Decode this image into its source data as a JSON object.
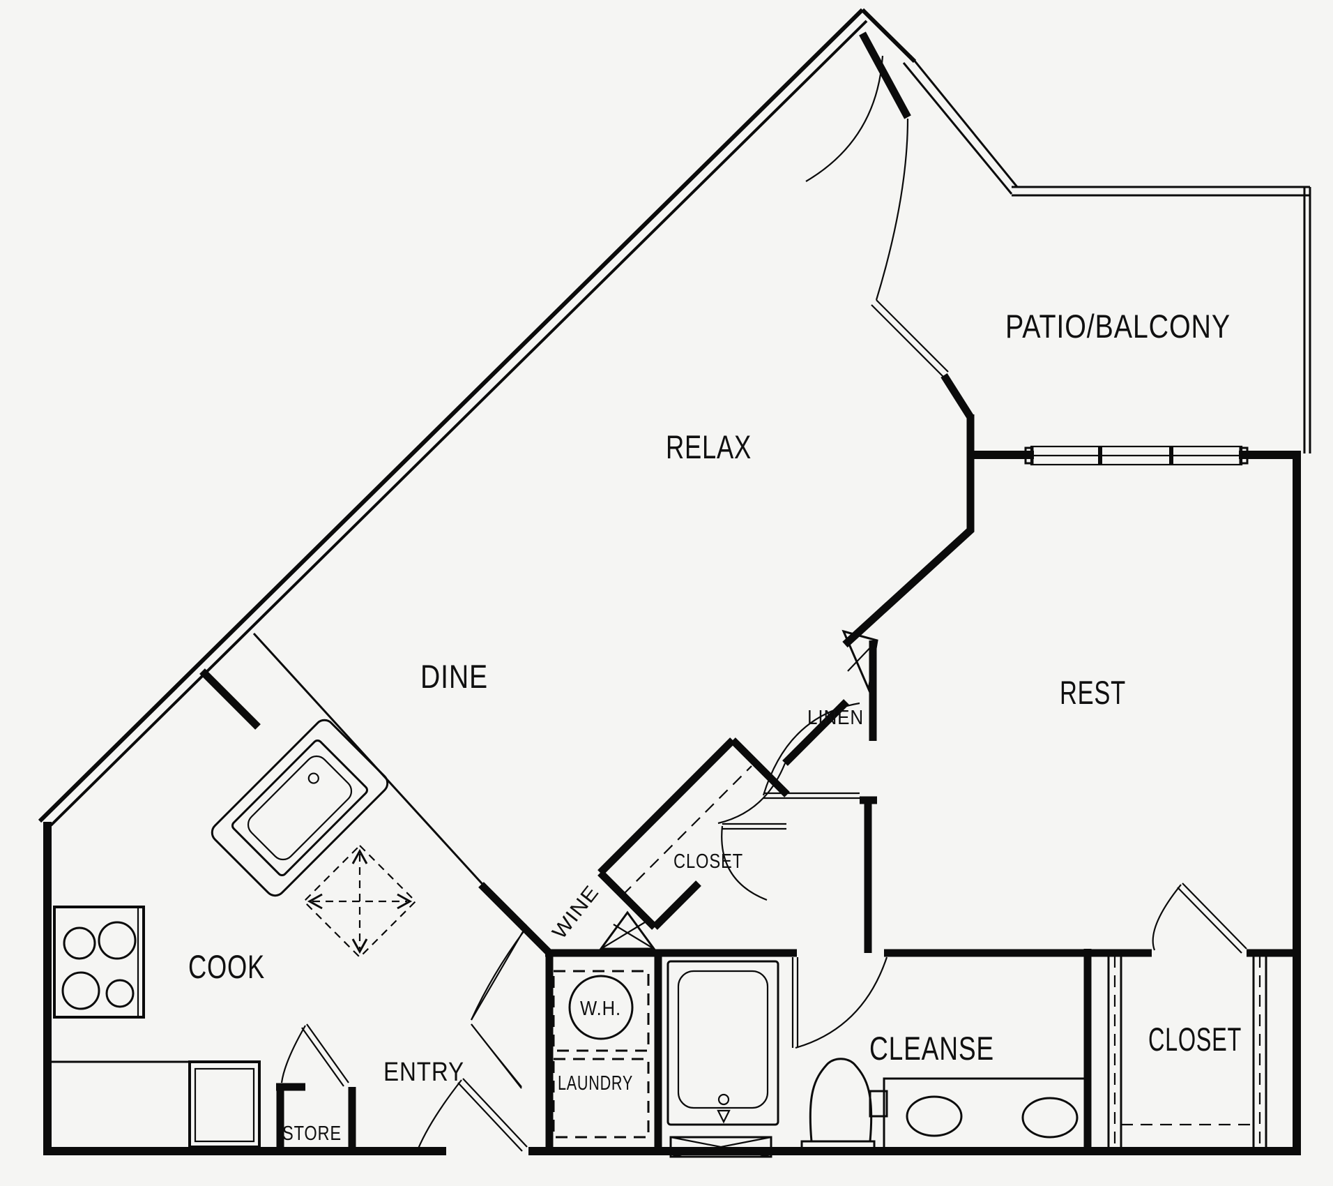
{
  "plan": {
    "type": "apartment-floor-plan",
    "colors": {
      "walls": "#0b0b0b",
      "background": "#f5f5f3",
      "text": "#101010"
    },
    "rooms": [
      {
        "id": "patio",
        "label": "PATIO/BALCONY"
      },
      {
        "id": "relax",
        "label": "RELAX"
      },
      {
        "id": "dine",
        "label": "DINE"
      },
      {
        "id": "rest",
        "label": "REST"
      },
      {
        "id": "cook",
        "label": "COOK"
      },
      {
        "id": "entry",
        "label": "ENTRY"
      },
      {
        "id": "store",
        "label": "STORE"
      },
      {
        "id": "wine",
        "label": "WINE"
      },
      {
        "id": "closet_entry",
        "label": "CLOSET"
      },
      {
        "id": "wh",
        "label": "W.H."
      },
      {
        "id": "laundry",
        "label": "LAUNDRY"
      },
      {
        "id": "linen",
        "label": "LINEN"
      },
      {
        "id": "cleanse",
        "label": "CLEANSE"
      },
      {
        "id": "closet_main",
        "label": "CLOSET"
      }
    ],
    "fixtures": [
      "range-burners-icon",
      "kitchen-sink-icon",
      "dishwasher-clearance-icon",
      "refrigerator-icon",
      "store-closet",
      "water-heater-icon",
      "washer-dryer-space",
      "bathtub-icon",
      "obscure-window-icon",
      "toilet-icon",
      "double-vanity-icon",
      "closet-rod-dashes",
      "linen-shelf-icon",
      "wine-shelf-icon",
      "sliding-window-icon",
      "balcony-railing",
      "door-swing-arcs"
    ]
  }
}
